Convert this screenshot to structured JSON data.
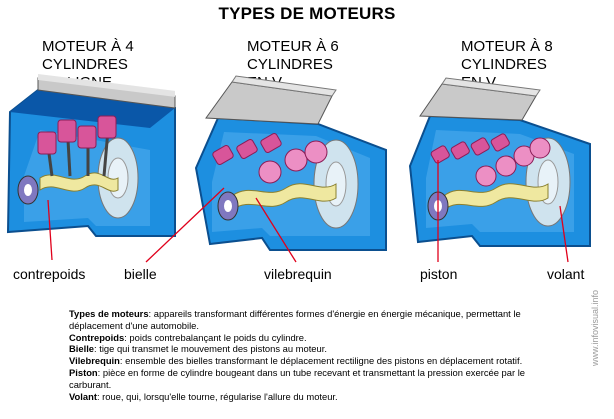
{
  "title": "TYPES DE MOTEURS",
  "engines": [
    {
      "label": "MOTEUR À 4\nCYLINDRES\nEN LIGNE"
    },
    {
      "label": "MOTEUR À 6\nCYLINDRES\nEN V"
    },
    {
      "label": "MOTEUR À 8\nCYLINDRES\nEN V"
    }
  ],
  "parts": {
    "contrepoids": "contrepoids",
    "bielle": "bielle",
    "vilebrequin": "vilebrequin",
    "piston": "piston",
    "volant": "volant"
  },
  "watermark": "www.infovisual.info",
  "legend": [
    {
      "term": "Types de moteurs",
      "def": ": appareils transformant différentes formes d'énergie en énergie mécanique, permettant le déplacement d'une automobile."
    },
    {
      "term": "Contrepoids",
      "def": ": poids contrebalançant le poids du cylindre."
    },
    {
      "term": "Bielle",
      "def": ": tige qui transmet le mouvement des pistons au moteur."
    },
    {
      "term": "Vilebrequin",
      "def": ": ensemble des bielles transformant le déplacement rectiligne des pistons en déplacement rotatif."
    },
    {
      "term": "Piston",
      "def": ": pièce en forme de cylindre bougeant dans un tube recevant et transmettant la pression exercée par le carburant."
    },
    {
      "term": "Volant",
      "def": ": roue, qui, lorsqu'elle tourne, régularise l'allure du moteur."
    }
  ],
  "colors": {
    "block_blue": "#1d8fe0",
    "block_edge": "#0b4f8f",
    "block_dark": "#0a57a8",
    "head_gray": "#c9c9c9",
    "piston_pink": "#d8559a",
    "piston_light": "#ec8fc4",
    "crank_yellow": "#efe8a0",
    "flywheel": "#cfe3ee",
    "pointer_red": "#e0001b"
  }
}
